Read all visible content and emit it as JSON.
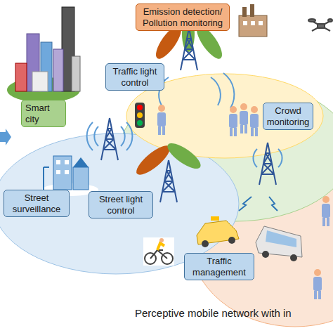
{
  "diagram": {
    "caption": "Perceptive mobile network with in",
    "nodes": [
      {
        "text": [
          "Smart city"
        ]
      },
      {
        "text": [
          "Emission detection/ Pollution monitoring"
        ]
      },
      {
        "text": [
          "Traffic light control"
        ]
      },
      {
        "text": [
          "Crowd monitoring"
        ]
      },
      {
        "text": [
          "Street surveillance"
        ]
      },
      {
        "text": [
          "Street light control"
        ]
      },
      {
        "text": [
          "Traffic management"
        ]
      }
    ]
  }
}
